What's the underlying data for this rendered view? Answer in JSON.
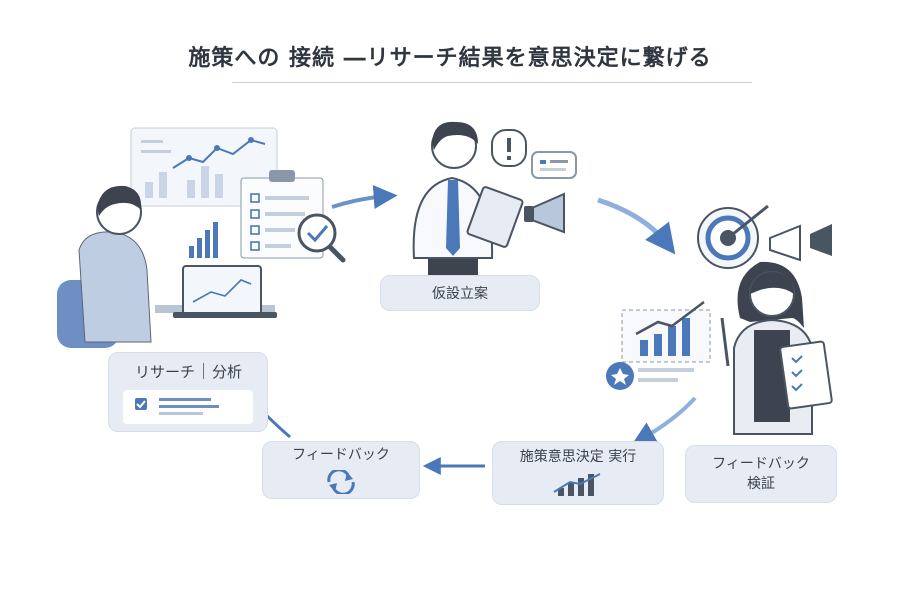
{
  "title": "施策への 接続 ―リサーチ結果を意思決定に繋げる",
  "steps": {
    "research": {
      "label": "リサーチ",
      "label2": "分析"
    },
    "hypothesis": {
      "label": "仮設立案"
    },
    "verification": {
      "label": "フィードバック",
      "label2": "検証"
    },
    "execution": {
      "label": "施策意思決定 実行"
    },
    "feedback": {
      "label": "フィードバック"
    }
  },
  "colors": {
    "accent": "#4a78b8",
    "card_bg": "#e7ecf4",
    "text": "#39424e"
  },
  "icons": [
    "checklist-icon",
    "magnifier-icon",
    "laptop-icon",
    "line-chart-icon",
    "bar-chart-icon",
    "alert-bubble-icon",
    "chat-bubble-icon",
    "megaphone-icon",
    "target-icon",
    "star-icon",
    "clipboard-icon",
    "refresh-icon",
    "growth-chart-icon"
  ]
}
